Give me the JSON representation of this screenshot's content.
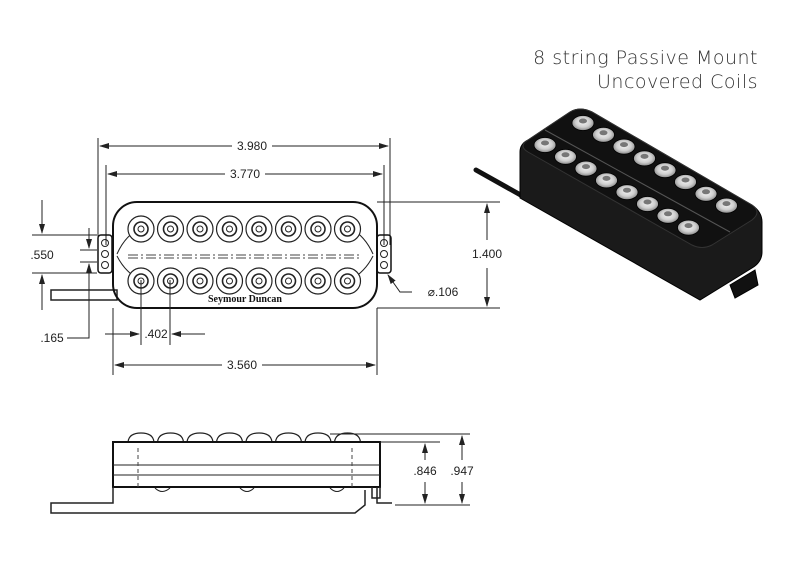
{
  "title": {
    "line1": "8 string Passive Mount",
    "line2": "Uncovered Coils"
  },
  "top_view": {
    "brand_label": "Seymour Duncan",
    "pole_count_per_coil": 8,
    "dimensions": {
      "overall_length": "3.980",
      "body_length": "3.770",
      "pole_span": "3.560",
      "pole_spacing": ".402",
      "width": "1.400",
      "mount_hole_diameter": "⌀.106",
      "mount_tab_height": ".550",
      "tab_offset": ".165"
    }
  },
  "side_view": {
    "dimensions": {
      "body_height": ".846",
      "overall_height": ".947"
    }
  },
  "iso_view": {
    "pole_count_per_coil": 8
  },
  "colors": {
    "line": "#222222",
    "body_dark": "#1a1a1a",
    "pole_light": "#d8d8d8"
  }
}
